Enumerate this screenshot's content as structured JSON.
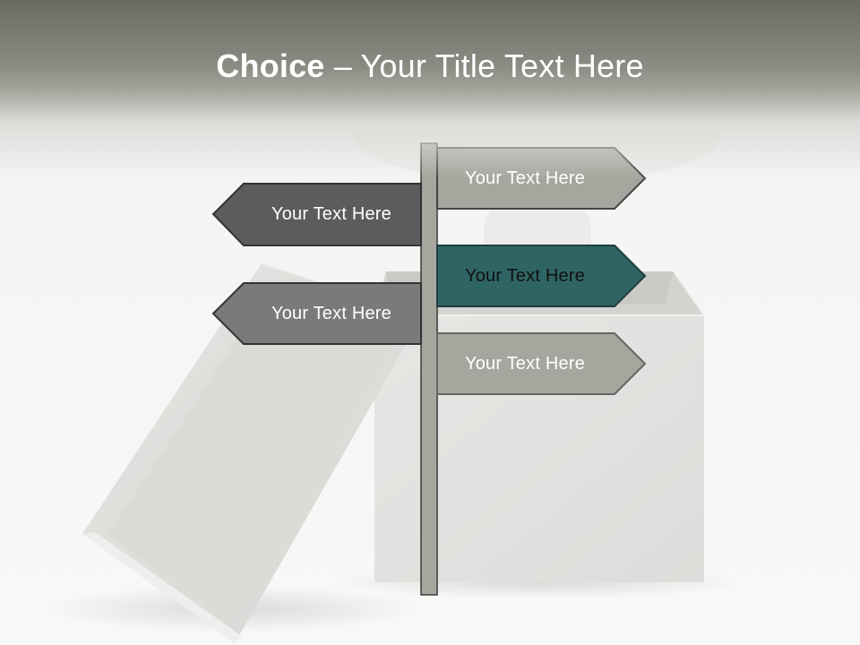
{
  "slide": {
    "title_bold": "Choice",
    "title_rest": " – Your Title Text Here"
  },
  "signs": [
    {
      "label": "Your Text Here",
      "direction": "right",
      "color": "#a6a69e",
      "text_color": "#ffffff"
    },
    {
      "label": "Your Text Here",
      "direction": "left",
      "color": "#5c5c5c",
      "text_color": "#ffffff"
    },
    {
      "label": "Your Text Here",
      "direction": "right",
      "color": "#2f6464",
      "text_color": "#111111"
    },
    {
      "label": "Your Text Here",
      "direction": "left",
      "color": "#7a7a7a",
      "text_color": "#ffffff"
    },
    {
      "label": "Your Text Here",
      "direction": "right",
      "color": "#a6a69e",
      "text_color": "#ffffff"
    }
  ],
  "colors": {
    "title_bar": "#7f7f77",
    "post": "#a6a69e",
    "box": "#e2e3e0"
  }
}
